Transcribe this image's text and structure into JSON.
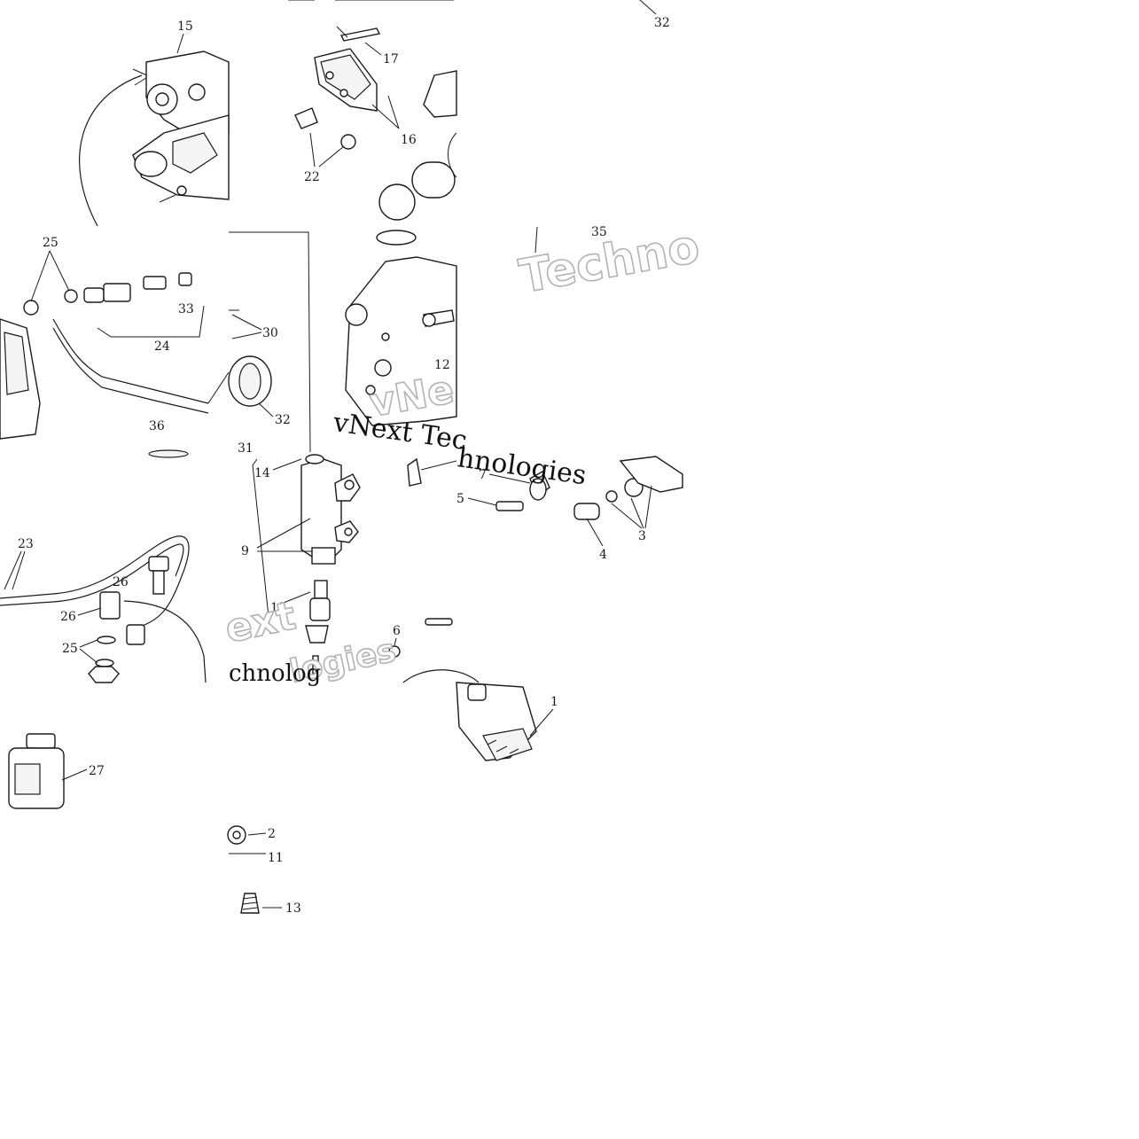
{
  "labels": {
    "l15": "15",
    "l17": "17",
    "l16": "16",
    "l22": "22",
    "l32a": "32",
    "l25a": "25",
    "l33": "33",
    "l24": "24",
    "l30": "30",
    "l32b": "32",
    "l36": "36",
    "l31": "31",
    "l12": "12",
    "l35": "35",
    "l14": "14",
    "l7": "7",
    "l5": "5",
    "l4": "4",
    "l3": "3",
    "l9": "9",
    "l23": "23",
    "l26a": "26",
    "l26b": "26",
    "l25b": "25",
    "l18": "18",
    "l6": "6",
    "l1": "1",
    "l27": "27",
    "l2": "2",
    "l11": "11",
    "l13": "13"
  },
  "watermarks": {
    "w1": "Techno",
    "w2": "vNext Tec",
    "w3": "hnologies",
    "w4": "vNe",
    "w5": "ext",
    "w6": "logies",
    "w7": "chnolog"
  },
  "colors": {
    "line": "#1a1a1a",
    "watermark_outline": "#b3b3b3",
    "background": "#ffffff"
  }
}
